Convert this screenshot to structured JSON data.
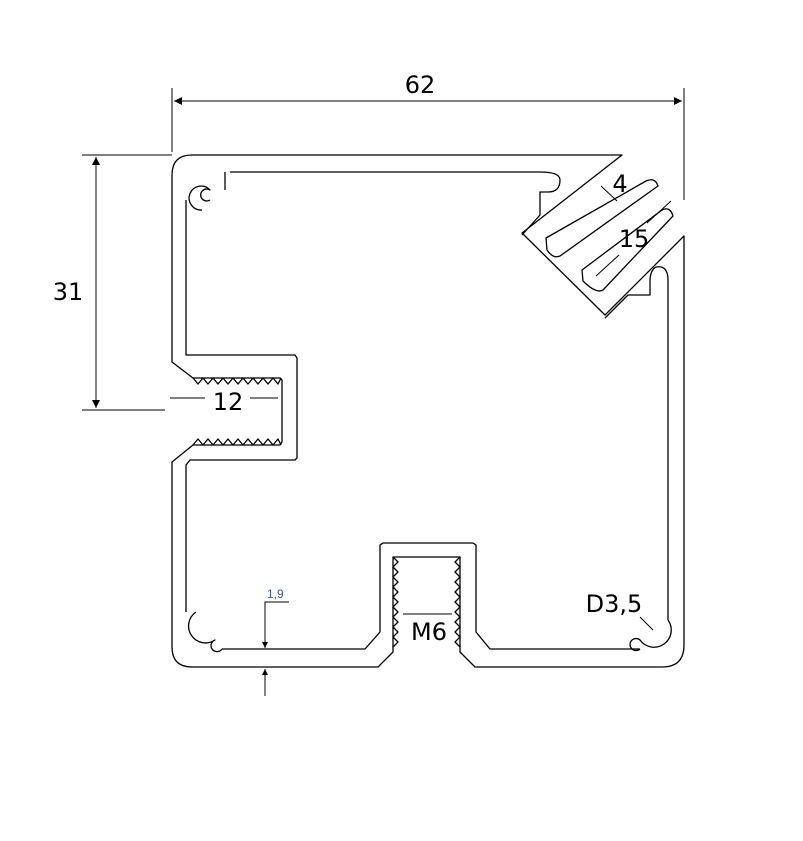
{
  "drawing": {
    "title": "Aluminium profile cross-section",
    "dimensions": {
      "width": "62",
      "height": "31",
      "slot_width": "12",
      "groove_width": "4",
      "groove_depth": "15",
      "thread": "M6",
      "hole_diameter": "D3,5",
      "wall_thickness": "1,9"
    }
  }
}
